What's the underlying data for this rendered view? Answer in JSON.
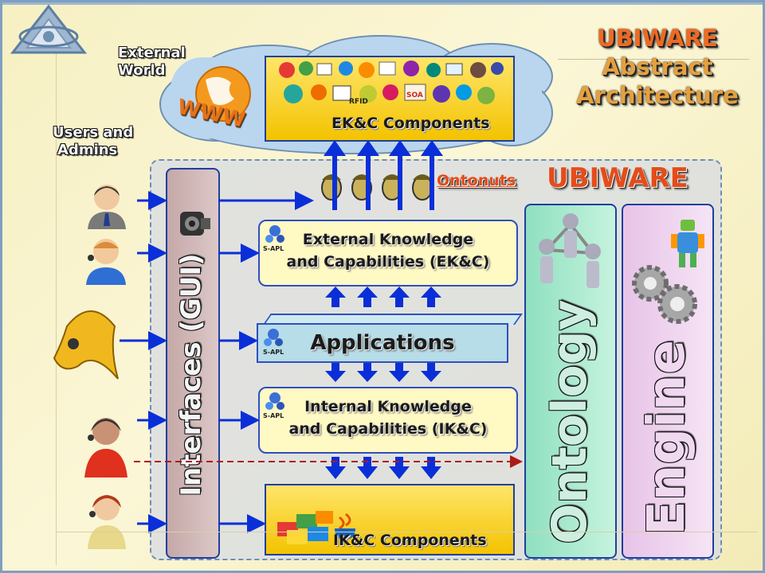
{
  "title": {
    "line1": "UBIWARE",
    "line2": "Abstract",
    "line3": "Architecture"
  },
  "external_world": {
    "line1": "External",
    "line2": "World"
  },
  "users_admins": {
    "line1": "Users and",
    "line2": "Admins"
  },
  "www_label": "WWW",
  "ekc_components": "EK&C Components",
  "ikc_components": "IK&C Components",
  "ontonuts": "Ontonuts",
  "ubiware": "UBIWARE",
  "interfaces": "Interfaces (GUI)",
  "ontology": "Ontology",
  "engine": "Engine",
  "ekc": {
    "line1": "External Knowledge",
    "line2": "and Capabilities (EK&C)"
  },
  "applications": "Applications",
  "ikc": {
    "line1": "Internal Knowledge",
    "line2": "and Capabilities (IK&C)"
  },
  "sapl": "S-APL",
  "icon_labels": {
    "rfid": "RFID",
    "soa": "SOA"
  },
  "colors": {
    "title_orange": "#ee6a22",
    "title_gold": "#e5a03e",
    "ubiware_red": "#e54c1a",
    "arrow_blue": "#0a2fd8",
    "component_yellow": "#f3c300",
    "ontology_green": "#8fe0c0",
    "engine_pink": "#e7c3e7",
    "gui_mauve": "#c6a8a8"
  }
}
